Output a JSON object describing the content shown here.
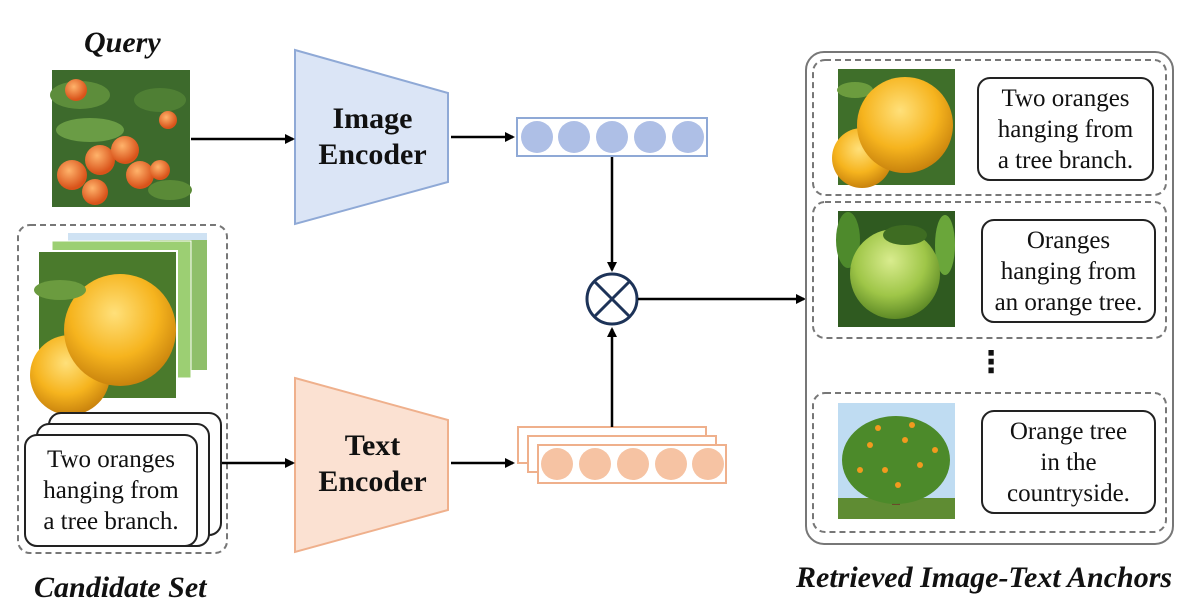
{
  "titles": {
    "query": "Query",
    "candidate_set": "Candidate Set",
    "retrieved": "Retrieved Image-Text Anchors"
  },
  "encoders": {
    "image": {
      "line1": "Image",
      "line2": "Encoder",
      "color": "#dbe5f6",
      "stroke": "#8fa9d6"
    },
    "text": {
      "line1": "Text",
      "line2": "Encoder",
      "color": "#fbe1d2",
      "stroke": "#efb08c"
    }
  },
  "candidate": {
    "caption": [
      "Two oranges",
      "hanging from",
      "a tree branch."
    ]
  },
  "anchors": [
    {
      "caption": [
        "Two oranges",
        "hanging from",
        "a tree branch."
      ]
    },
    {
      "caption": [
        "Oranges",
        "hanging from",
        "an orange tree."
      ]
    },
    {
      "caption": [
        "Orange tree",
        "in the",
        "countryside."
      ]
    }
  ],
  "ellipsis": "⋮",
  "operator": "⊗",
  "colors": {
    "image_feature": "#aebfe6",
    "text_feature": "#f6c3a3",
    "operator": "#1d3358"
  }
}
